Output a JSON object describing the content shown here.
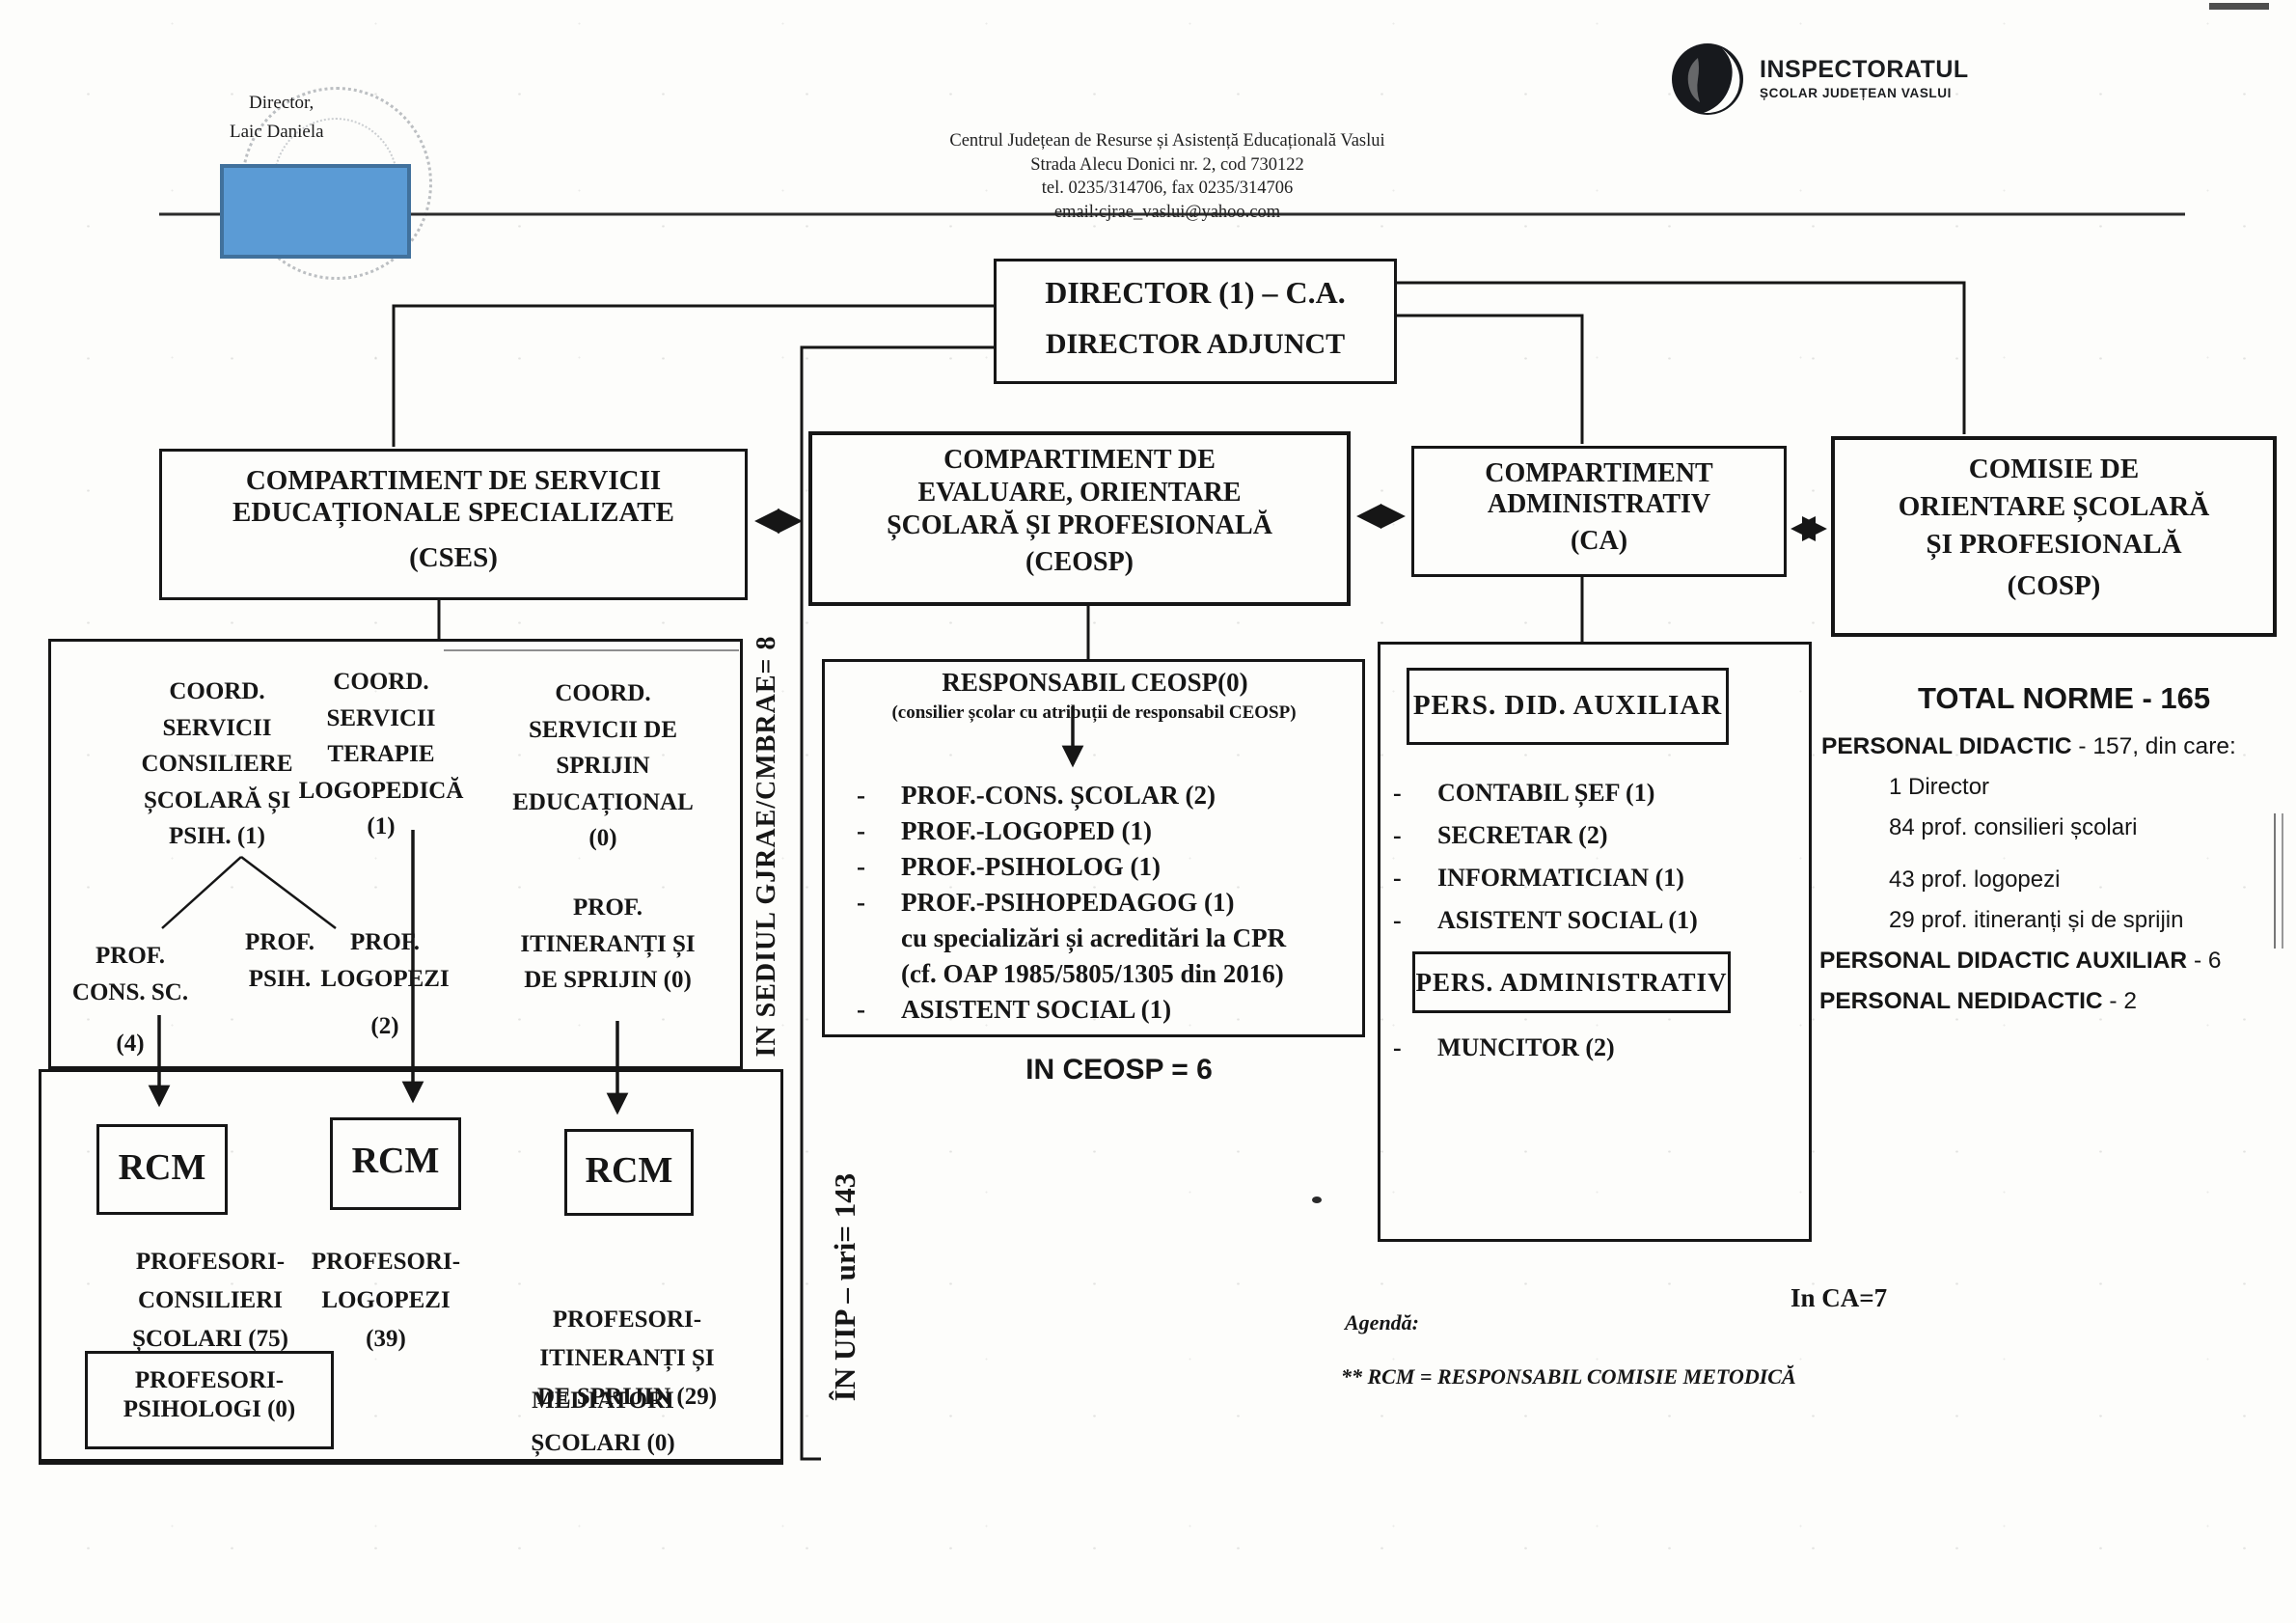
{
  "colors": {
    "redaction_blue": "#5b9bd5",
    "redaction_border": "#41719c",
    "ink": "#1a1a1a"
  },
  "header": {
    "director_label": "Director,",
    "director_name": "Laic Daniela",
    "org_lines": [
      "Centrul Județean de Resurse și Asistență Educațională Vaslui",
      "Strada Alecu Donici nr. 2, cod 730122",
      "tel. 0235/314706, fax 0235/314706",
      "email:cjrae_vaslui@yahoo.com"
    ],
    "logo_title": "INSPECTORATUL",
    "logo_subtitle": "ȘCOLAR JUDEȚEAN VASLUI"
  },
  "director_box": {
    "line1": "DIRECTOR (1) – C.A.",
    "line2": "DIRECTOR ADJUNCT"
  },
  "departments": {
    "cses": {
      "lines": [
        "COMPARTIMENT DE SERVICII",
        "EDUCAȚIONALE SPECIALIZATE",
        "(CSES)"
      ]
    },
    "ceosp": {
      "lines": [
        "COMPARTIMENT DE",
        "EVALUARE, ORIENTARE",
        "ȘCOLARĂ ȘI PROFESIONALĂ",
        "(CEOSP)"
      ]
    },
    "ca": {
      "lines": [
        "COMPARTIMENT",
        "ADMINISTRATIV",
        "(CA)"
      ]
    },
    "cosp": {
      "lines": [
        "COMISIE DE",
        "ORIENTARE ȘCOLARĂ",
        "ȘI PROFESIONALĂ",
        "(COSP)"
      ]
    }
  },
  "cses_detail": {
    "coordinators": [
      {
        "lines": [
          "COORD.",
          "SERVICII",
          "CONSILIERE",
          "ȘCOLARĂ ȘI",
          "PSIH. (1)"
        ]
      },
      {
        "lines": [
          "COORD.",
          "SERVICII",
          "TERAPIE",
          "LOGOPEDICĂ",
          "(1)"
        ]
      },
      {
        "lines": [
          "COORD.",
          "SERVICII DE",
          "SPRIJIN",
          "EDUCAȚIONAL",
          "(0)"
        ]
      }
    ],
    "staff": [
      {
        "lines": [
          "PROF.",
          "CONS. SC.",
          "(4)"
        ]
      },
      {
        "lines": [
          "PROF.",
          "PSIH."
        ]
      },
      {
        "lines": [
          "PROF.",
          "LOGOPEZI",
          "(2)"
        ]
      },
      {
        "lines": [
          "PROF.",
          "ITINERANȚI ȘI",
          "DE SPRIJIN (0)"
        ]
      }
    ],
    "rcm_label": "RCM",
    "groups": [
      {
        "lines": [
          "PROFESORI-",
          "CONSILIERI",
          "ȘCOLARI (75)"
        ]
      },
      {
        "lines": [
          "PROFESORI-",
          "LOGOPEZI",
          "(39)"
        ]
      },
      {
        "lines": [
          "PROFESORI-",
          "ITINERANȚI ȘI",
          "DE SPRIJIN  (29)"
        ]
      }
    ],
    "psihologi_box": {
      "lines": [
        "PROFESORI-",
        "PSIHOLOGI (0)"
      ]
    },
    "mediatori": {
      "lines": [
        "MEDIATORI",
        "ȘCOLARI (0)"
      ]
    }
  },
  "ceosp_detail": {
    "title": "RESPONSABIL CEOSP(0)",
    "subtitle": "(consilier școlar  cu atribuții  de responsabil  CEOSP)",
    "items": [
      {
        "text": "PROF.-CONS. ȘCOLAR (2)"
      },
      {
        "text": "PROF.-LOGOPED (1)"
      },
      {
        "text": "PROF.-PSIHOLOG (1)"
      },
      {
        "text": "PROF.-PSIHOPEDAGOG (1)",
        "cont1": "cu  specializări  și acreditări la CPR",
        "cont2": "(cf. OAP 1985/5805/1305 din 2016)"
      },
      {
        "text": "ASISTENT SOCIAL (1)"
      }
    ],
    "note": "IN CEOSP = 6"
  },
  "ca_detail": {
    "aux_title": "PERS. DID. AUXILIAR",
    "aux_items": [
      "CONTABIL ȘEF (1)",
      "SECRETAR (2)",
      "INFORMATICIAN (1)",
      "ASISTENT SOCIAL (1)"
    ],
    "admin_title": "PERS. ADMINISTRATIV",
    "admin_item": "MUNCITOR (2)",
    "note": "In CA=7"
  },
  "totals": {
    "title": "TOTAL NORME -  165",
    "didactic_bold": "PERSONAL DIDACTIC",
    "didactic_rest": " - 157, din care:",
    "items": [
      "1  Director",
      "84 prof. consilieri școlari",
      "43 prof. logopezi",
      "29  prof. itineranți și de sprijin"
    ],
    "aux_bold": "PERSONAL DIDACTIC AUXILIAR",
    "aux_rest": " - 6",
    "nedidactic_bold": "PERSONAL NEDIDACTIC",
    "nedidactic_rest": " - 2"
  },
  "side_labels": {
    "sediul": "IN SEDIUL GJRAE/CMBRAE= 8",
    "uip": "ÎN UIP – uri= 143"
  },
  "footnotes": {
    "agenda": "Agendă:",
    "rcm_note": "** RCM = RESPONSABIL COMISIE  METODICĂ"
  }
}
